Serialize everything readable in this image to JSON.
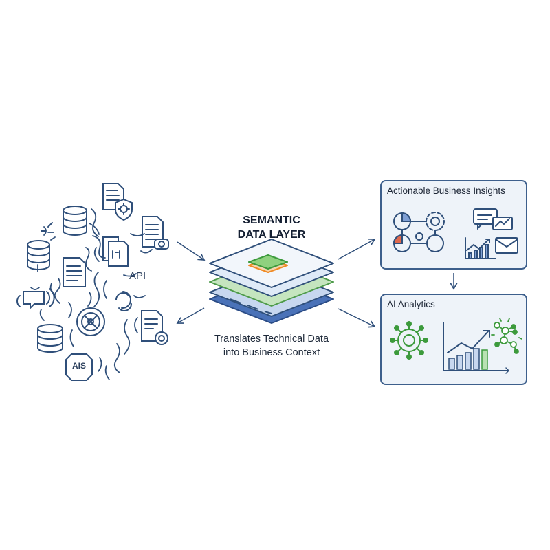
{
  "semantic_layer": {
    "title_line1": "SEMANTIC",
    "title_line2": "DATA LAYER",
    "caption_line1": "Translates Technical Data",
    "caption_line2": "into Business Context"
  },
  "sources": {
    "api_label": "API",
    "ais_badge": "AIS",
    "icons": [
      "database-icon",
      "document-icon",
      "chat-bubble-icon",
      "gear-shield-icon",
      "network-hub-icon",
      "search-document-icon"
    ]
  },
  "outputs": {
    "insights_title": "Actionable Business Insights",
    "analytics_title": "AI Analytics"
  },
  "colors": {
    "outline": "#2f4f7a",
    "panel_fill": "#eef3f9",
    "accent_green": "#3c9a3c",
    "accent_orange": "#f08a24",
    "accent_blue": "#4a72b8"
  }
}
